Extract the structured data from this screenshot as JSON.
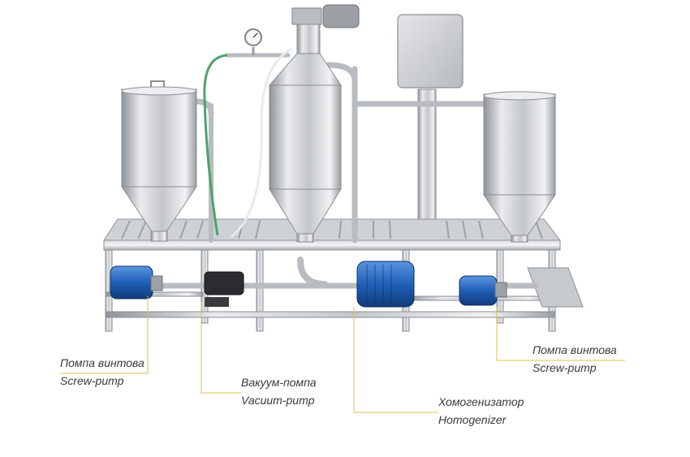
{
  "labels": {
    "screw_pump_left": {
      "bg": "Помпа винтова",
      "en": "Screw-pump"
    },
    "vacuum_pump": {
      "bg": "Вакуум-помпа",
      "en": "Vacuum-pump"
    },
    "homogenizer": {
      "bg": "Хомогенизатор",
      "en": "Homogenizer"
    },
    "screw_pump_right": {
      "bg": "Помпа винтова",
      "en": "Screw-pump"
    }
  },
  "colors": {
    "steel_light": "#e6e8ea",
    "steel_mid": "#b9bdc2",
    "steel_dark": "#7d8288",
    "motor_blue": "#1f5fb8",
    "leader_line": "#e0c040",
    "text": "#3a3a3a"
  }
}
